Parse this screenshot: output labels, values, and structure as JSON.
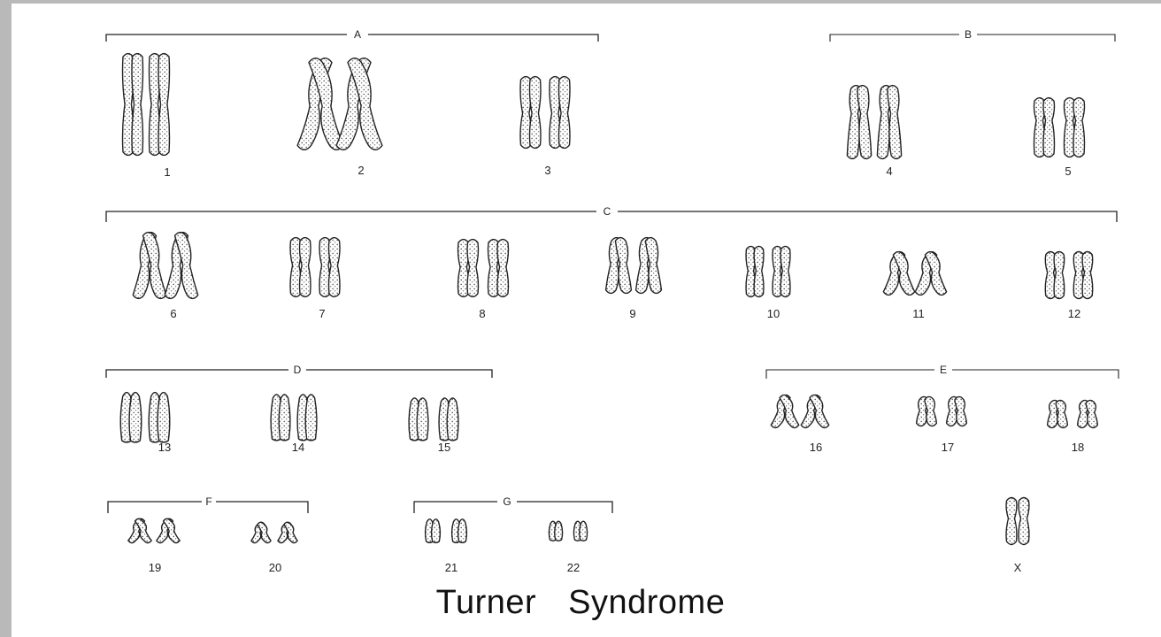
{
  "groups": {
    "A": "A",
    "B": "B",
    "C": "C",
    "D": "D",
    "E": "E",
    "F": "F",
    "G": "G"
  },
  "chromosome_labels": {
    "c1": "1",
    "c2": "2",
    "c3": "3",
    "c4": "4",
    "c5": "5",
    "c6": "6",
    "c7": "7",
    "c8": "8",
    "c9": "9",
    "c10": "10",
    "c11": "11",
    "c12": "12",
    "c13": "13",
    "c14": "14",
    "c15": "15",
    "c16": "16",
    "c17": "17",
    "c18": "18",
    "c19": "19",
    "c20": "20",
    "c21": "21",
    "c22": "22",
    "cx": "X"
  },
  "caption": {
    "word1": "Turner",
    "word2": "Syndrome"
  }
}
